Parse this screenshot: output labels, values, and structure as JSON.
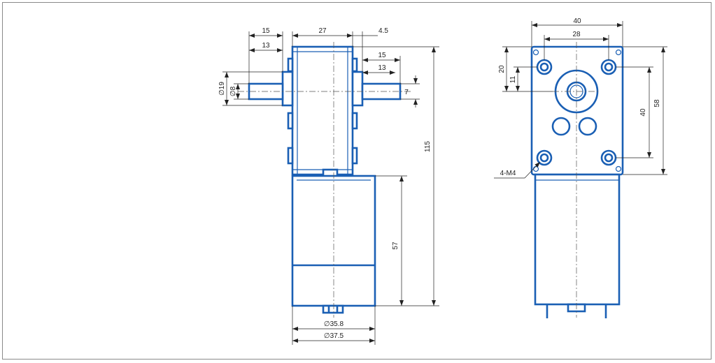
{
  "colors": {
    "outline": "#1a5fb4",
    "dimension": "#222222",
    "frame": "#8a8a8a"
  },
  "side_view": {
    "dims": {
      "d15": "15",
      "d13": "13",
      "d27": "27",
      "d4_5": "4.5",
      "d15b": "15",
      "d13b": "13",
      "d19": "∅19",
      "d8": "∅8",
      "d7": "7",
      "d115": "115",
      "d57": "57",
      "d35_8": "∅35.8",
      "d37_5": "∅37.5"
    }
  },
  "front_view": {
    "dims": {
      "d40": "40",
      "d28": "28",
      "d20": "20",
      "d11": "11",
      "d40v": "40",
      "d58": "58",
      "thread": "4-M4"
    }
  }
}
